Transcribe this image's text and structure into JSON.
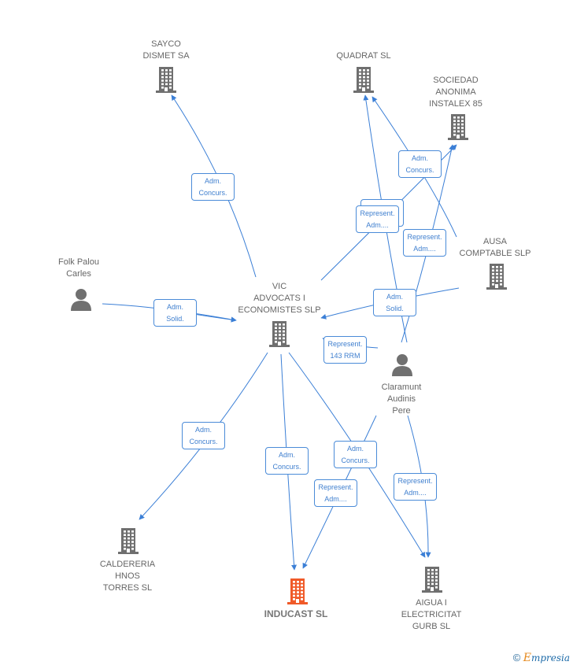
{
  "diagram": {
    "colors": {
      "edge": "#3b7fd6",
      "company": "#6f6f6f",
      "person": "#707070",
      "focus": "#f05a28",
      "text": "#666666",
      "label_border": "#4a8bd8",
      "label_text": "#3f7fcf"
    },
    "nodes": [
      {
        "id": "sayco",
        "type": "company",
        "label": "SAYCO\nDISMET SA"
      },
      {
        "id": "quadrat",
        "type": "company",
        "label": "QUADRAT SL"
      },
      {
        "id": "sociedad",
        "type": "company",
        "label": "SOCIEDAD\nANONIMA\nINSTALEX 85"
      },
      {
        "id": "ausa",
        "type": "company",
        "label": "AUSA\nCOMPTABLE SLP"
      },
      {
        "id": "folk",
        "type": "person",
        "label": "Folk Palou\nCarles"
      },
      {
        "id": "vic",
        "type": "company",
        "label": "VIC\nADVOCATS I\nECONOMISTES SLP"
      },
      {
        "id": "claramunt",
        "type": "person",
        "label": "Claramunt\nAudinis\nPere"
      },
      {
        "id": "caldereria",
        "type": "company",
        "label": "CALDERERIA\nHNOS\nTORRES  SL"
      },
      {
        "id": "inducast",
        "type": "focus",
        "label": "INDUCAST SL"
      },
      {
        "id": "aigua",
        "type": "company",
        "label": "AIGUA I\nELECTRICITAT\nGURB  SL"
      }
    ],
    "edge_labels": [
      {
        "id": "l1",
        "text": "Adm.\nConcurs."
      },
      {
        "id": "l2",
        "text": "Adm.\nConcurs."
      },
      {
        "id": "l3",
        "text": "Represent.\nAdm...."
      },
      {
        "id": "l4",
        "text": "Represent.\nAdm...."
      },
      {
        "id": "l5",
        "text": "Adm.\nSolid."
      },
      {
        "id": "l6",
        "text": "Adm.\nSolid."
      },
      {
        "id": "l7",
        "text": "Represent.\n143 RRM"
      },
      {
        "id": "l8",
        "text": "Adm.\nConcurs."
      },
      {
        "id": "l9",
        "text": "Adm.\nConcurs."
      },
      {
        "id": "l10",
        "text": "Adm.\nConcurs."
      },
      {
        "id": "l11",
        "text": "Represent.\nAdm...."
      },
      {
        "id": "l12",
        "text": "Represent.\nAdm...."
      }
    ]
  },
  "brand": {
    "copyright": "©",
    "first_letter": "E",
    "rest": "mpresia"
  }
}
